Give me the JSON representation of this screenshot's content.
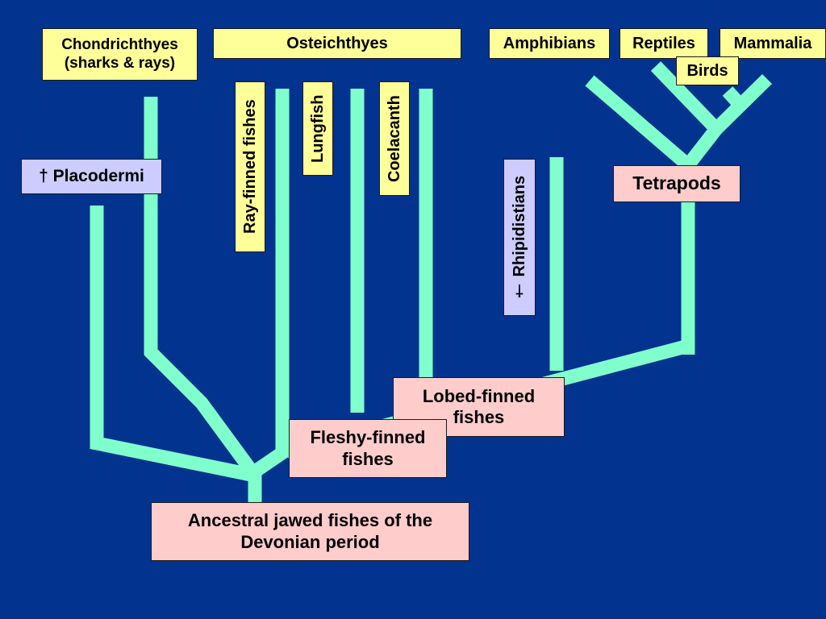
{
  "labels": {
    "chondrichthyes": "Chondrichthyes\n(sharks & rays)",
    "osteichthyes": "Osteichthyes",
    "amphibians": "Amphibians",
    "reptiles": "Reptiles",
    "mammalia": "Mammalia",
    "birds": "Birds",
    "ray_finned": "Ray-finned fishes",
    "lungfish": "Lungfish",
    "coelacanth": "Coelacanth",
    "placodermi": "† Placodermi",
    "rhipidistians": "† Rhipidistians",
    "tetrapods": "Tetrapods",
    "lobed_finned": "Lobed-finned fishes",
    "fleshy_finned": "Fleshy-finned fishes",
    "ancestral": "Ancestral jawed fishes of the Devonian period"
  },
  "colors": {
    "background": "#02338f",
    "branch": "#80ffcc",
    "yellow_box": "#ffff99",
    "pink_box": "#ffcccc",
    "lavender_box": "#ccccff"
  }
}
